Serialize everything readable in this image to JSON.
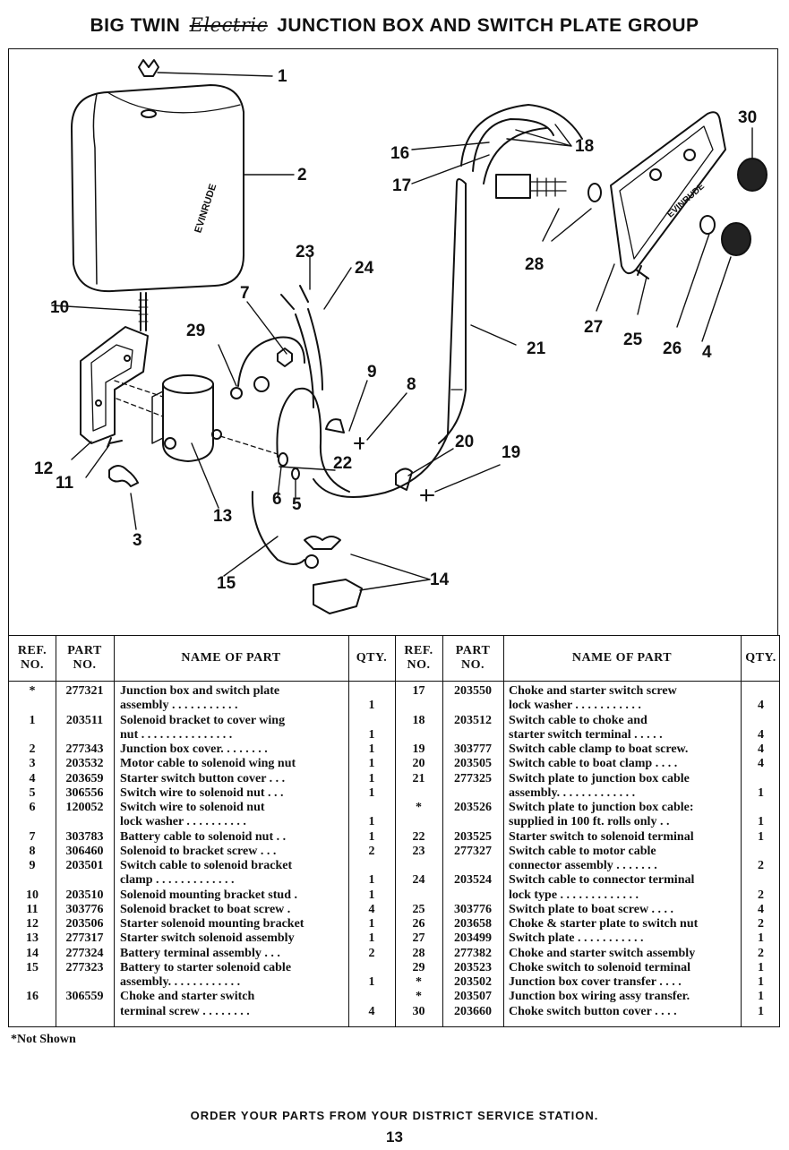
{
  "title": {
    "prefix": "BIG TWIN",
    "script": "Electric",
    "suffix": "JUNCTION BOX AND SWITCH PLATE GROUP"
  },
  "diagram": {
    "callouts": [
      "1",
      "2",
      "3",
      "4",
      "5",
      "6",
      "7",
      "8",
      "9",
      "10",
      "11",
      "12",
      "13",
      "14",
      "15",
      "16",
      "17",
      "18",
      "19",
      "20",
      "21",
      "22",
      "23",
      "24",
      "25",
      "26",
      "27",
      "28",
      "29",
      "30"
    ],
    "cover_stamp": "EVINRUDE",
    "plate_stamp": "EVINRUDE"
  },
  "table": {
    "headers": {
      "ref": "REF. NO.",
      "part": "PART NO.",
      "name": "NAME OF PART",
      "qty": "QTY."
    },
    "left_rows": [
      {
        "ref": "*",
        "part": "277321",
        "lines": [
          "Junction box and switch plate",
          "assembly . . . . . . . . . . ."
        ],
        "qty": "1"
      },
      {
        "ref": "1",
        "part": "203511",
        "lines": [
          "Solenoid bracket to cover wing",
          "nut . . . . . . . . . . . . . . ."
        ],
        "qty": "1"
      },
      {
        "ref": "2",
        "part": "277343",
        "lines": [
          "Junction box cover. . . . . . . ."
        ],
        "qty": "1"
      },
      {
        "ref": "3",
        "part": "203532",
        "lines": [
          "Motor cable to solenoid wing nut"
        ],
        "qty": "1"
      },
      {
        "ref": "4",
        "part": "203659",
        "lines": [
          "Starter switch button cover . . ."
        ],
        "qty": "1"
      },
      {
        "ref": "5",
        "part": "306556",
        "lines": [
          "Switch wire to solenoid nut . . ."
        ],
        "qty": "1"
      },
      {
        "ref": "6",
        "part": "120052",
        "lines": [
          "Switch wire to solenoid nut",
          "lock washer . . . . . . . . . ."
        ],
        "qty": "1"
      },
      {
        "ref": "7",
        "part": "303783",
        "lines": [
          "Battery cable to solenoid nut . ."
        ],
        "qty": "1"
      },
      {
        "ref": "8",
        "part": "306460",
        "lines": [
          "Solenoid to bracket screw . . ."
        ],
        "qty": "2"
      },
      {
        "ref": "9",
        "part": "203501",
        "lines": [
          "Switch cable to solenoid bracket",
          "clamp . . . . . . . . . . . . ."
        ],
        "qty": "1"
      },
      {
        "ref": "10",
        "part": "203510",
        "lines": [
          "Solenoid mounting bracket stud ."
        ],
        "qty": "1"
      },
      {
        "ref": "11",
        "part": "303776",
        "lines": [
          "Solenoid bracket to boat screw ."
        ],
        "qty": "4"
      },
      {
        "ref": "12",
        "part": "203506",
        "lines": [
          "Starter solenoid mounting bracket"
        ],
        "qty": "1"
      },
      {
        "ref": "13",
        "part": "277317",
        "lines": [
          "Starter switch solenoid assembly"
        ],
        "qty": "1"
      },
      {
        "ref": "14",
        "part": "277324",
        "lines": [
          "Battery terminal assembly . . ."
        ],
        "qty": "2"
      },
      {
        "ref": "15",
        "part": "277323",
        "lines": [
          "Battery to starter solenoid cable",
          "assembly. . . . . . . . . . . ."
        ],
        "qty": "1"
      },
      {
        "ref": "16",
        "part": "306559",
        "lines": [
          "Choke and starter switch",
          "terminal screw . . . . . . . ."
        ],
        "qty": "4"
      }
    ],
    "right_rows": [
      {
        "ref": "17",
        "part": "203550",
        "lines": [
          "Choke and starter switch screw",
          "lock washer . . . . . . . . . . ."
        ],
        "qty": "4"
      },
      {
        "ref": "18",
        "part": "203512",
        "lines": [
          "Switch cable to choke and",
          "starter switch terminal . . . . ."
        ],
        "qty": "4"
      },
      {
        "ref": "19",
        "part": "303777",
        "lines": [
          "Switch cable clamp to boat screw."
        ],
        "qty": "4"
      },
      {
        "ref": "20",
        "part": "203505",
        "lines": [
          "Switch cable to boat clamp . . . ."
        ],
        "qty": "4"
      },
      {
        "ref": "21",
        "part": "277325",
        "lines": [
          "Switch plate to junction box cable",
          "assembly. . . . . . . . . . . . ."
        ],
        "qty": "1"
      },
      {
        "ref": "*",
        "part": "203526",
        "lines": [
          "Switch plate to junction box cable:",
          "supplied in 100 ft. rolls only . ."
        ],
        "qty": "1"
      },
      {
        "ref": "22",
        "part": "203525",
        "lines": [
          "Starter switch to solenoid terminal"
        ],
        "qty": "1"
      },
      {
        "ref": "23",
        "part": "277327",
        "lines": [
          "Switch cable to motor cable",
          "connector assembly . . . . . . ."
        ],
        "qty": "2"
      },
      {
        "ref": "24",
        "part": "203524",
        "lines": [
          "Switch cable to connector terminal",
          "lock type . . . . . . . . . . . . ."
        ],
        "qty": "2"
      },
      {
        "ref": "25",
        "part": "303776",
        "lines": [
          "Switch plate to boat screw . . . ."
        ],
        "qty": "4"
      },
      {
        "ref": "26",
        "part": "203658",
        "lines": [
          "Choke & starter plate to switch nut"
        ],
        "qty": "2"
      },
      {
        "ref": "27",
        "part": "203499",
        "lines": [
          "Switch plate . . . . . . . . . . ."
        ],
        "qty": "1"
      },
      {
        "ref": "28",
        "part": "277382",
        "lines": [
          "Choke and starter switch assembly"
        ],
        "qty": "2"
      },
      {
        "ref": "29",
        "part": "203523",
        "lines": [
          "Choke switch to solenoid terminal"
        ],
        "qty": "1"
      },
      {
        "ref": "*",
        "part": "203502",
        "lines": [
          "Junction box cover transfer . . . ."
        ],
        "qty": "1"
      },
      {
        "ref": "*",
        "part": "203507",
        "lines": [
          "Junction box wiring assy transfer."
        ],
        "qty": "1"
      },
      {
        "ref": "30",
        "part": "203660",
        "lines": [
          "Choke switch button cover . . . ."
        ],
        "qty": "1"
      }
    ]
  },
  "footnote": "*Not Shown",
  "footer": "ORDER YOUR PARTS FROM YOUR DISTRICT SERVICE STATION.",
  "page_number": "13"
}
